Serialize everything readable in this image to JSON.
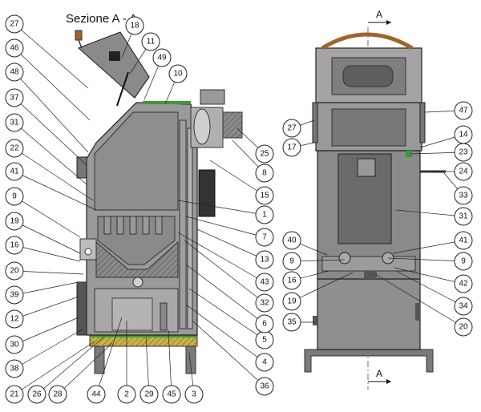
{
  "title": "Sezione A - A",
  "section_marker": "A",
  "callouts_left": [
    "27",
    "46",
    "48",
    "37",
    "31",
    "22",
    "41",
    "9",
    "19",
    "16",
    "20",
    "39",
    "12",
    "30",
    "38",
    "21",
    "26",
    "28",
    "44",
    "2",
    "29",
    "45",
    "3",
    "36",
    "4",
    "5",
    "6",
    "32",
    "43",
    "13",
    "7",
    "1",
    "15",
    "8",
    "25",
    "10",
    "49",
    "11",
    "18"
  ],
  "callouts_right": [
    "47",
    "14",
    "23",
    "24",
    "33",
    "31",
    "41",
    "9",
    "42",
    "34",
    "20",
    "27",
    "17",
    "40",
    "9",
    "16",
    "19",
    "35"
  ]
}
